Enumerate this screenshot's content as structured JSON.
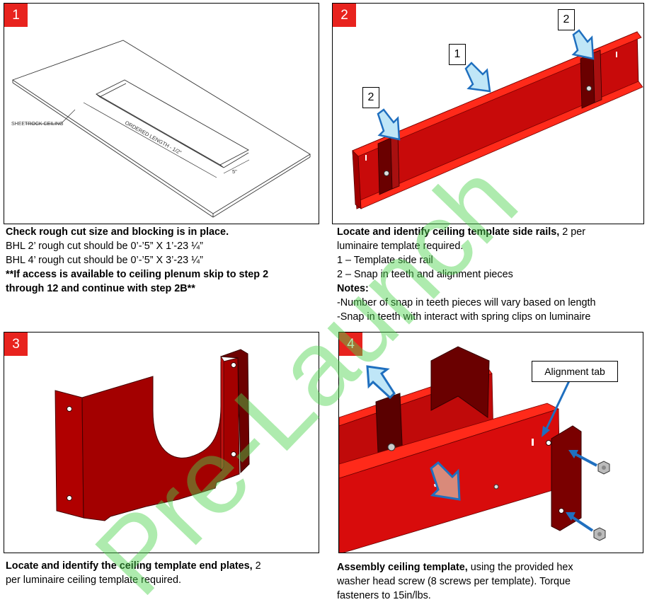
{
  "steps": [
    {
      "number": "1",
      "drawing_labels": {
        "ceiling": "SHEETROCK CEILING",
        "length": "ORDERED LENGTH - 1/2\"",
        "width": "5\""
      },
      "caption": [
        {
          "text": "Check rough cut size and blocking is in place.",
          "bold": true
        },
        {
          "text": "BHL 2’ rough cut should be 0’-’5” X 1’-23 ¼”",
          "bold": false
        },
        {
          "text": "BHL 4’ rough cut should be 0’-’5” X 3’-23 ¼”",
          "bold": false
        },
        {
          "text": "**If access is available to ceiling plenum skip to step 2",
          "bold": true
        },
        {
          "text": "through 12 and continue with step 2B**",
          "bold": true
        }
      ]
    },
    {
      "number": "2",
      "callouts": [
        "1",
        "2",
        "2"
      ],
      "caption_bold": "Locate and identify ceiling template side rails,",
      "caption_rest": " 2 per",
      "caption_lines": [
        "luminaire template required.",
        "1 – Template side rail",
        "2 – Snap in teeth and alignment pieces"
      ],
      "notes_label": "Notes:",
      "notes": [
        "-Number of snap in teeth pieces will vary based on length",
        "-Snap in teeth with interact with spring clips on luminaire"
      ]
    },
    {
      "number": "3",
      "caption_bold": "Locate and identify the ceiling template end plates,",
      "caption_rest": " 2",
      "caption_lines": [
        "per luminaire ceiling template required."
      ]
    },
    {
      "number": "4",
      "callout": "Alignment tab",
      "caption_bold": "Assembly ceiling template,",
      "caption_rest": " using the provided hex",
      "caption_lines": [
        "washer head screw (8 screws per template). Torque",
        "fasteners to 15in/lbs."
      ]
    }
  ],
  "watermark": "Pre-Launch",
  "colors": {
    "badge": "#e8231e",
    "part_red": "#e01010",
    "part_dark": "#7a0000",
    "arrow_blue": "#1f6fbf",
    "watermark": "#4cd24c"
  }
}
